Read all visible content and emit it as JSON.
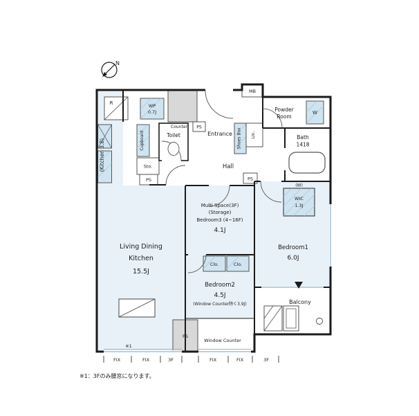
{
  "compass": {
    "label": "N"
  },
  "rooms": {
    "kitchen": {
      "label": "(Kitchen 3.8)"
    },
    "ldk": {
      "lines": [
        "Living Dining",
        "Kitchen",
        "15.5J"
      ]
    },
    "toilet": {
      "label": "Toilet"
    },
    "entrance": {
      "label": "Entrance"
    },
    "hall": {
      "label": "Hall"
    },
    "powder_room": {
      "lines": [
        "Powder",
        "Room"
      ]
    },
    "bath": {
      "lines": [
        "Bath",
        "1418"
      ]
    },
    "multi_space": {
      "lines": [
        "Multi Space(3F)",
        "(Storage)",
        "Bedroom3 (4~16F)",
        "4.1J"
      ]
    },
    "bedroom1": {
      "lines": [
        "Bedroom1",
        "6.0J"
      ]
    },
    "bedroom2": {
      "lines": [
        "Bedroom2",
        "4.5J",
        "(Window Counter除く3.9J)"
      ]
    },
    "wic": {
      "lines": [
        "WIC",
        "1.3J"
      ],
      "window_mark": "(W)"
    },
    "balcony": {
      "label": "Balcony"
    },
    "window_counter": {
      "label": "Window Counter"
    }
  },
  "fixtures": {
    "refrigerator": "R",
    "water_pantry": [
      "WP",
      "0.7J"
    ],
    "meter_box": "MB",
    "washer": "W",
    "counter": "Counter",
    "cupboard": "Cupboard",
    "shoes_box": "Shoes Box",
    "linen": "Lin.",
    "storage": "Sto.",
    "closet": "Clo.",
    "pipe_space": "PS"
  },
  "legend": {
    "fix_window": "FIX",
    "sliding_window": "3F",
    "note_mark": "※1"
  },
  "note": {
    "text": "※1：3Fのみ腰窓になります。"
  },
  "colors": {
    "wall": "#1a1a1a",
    "fixture_fill": "#cfe4f0",
    "floor_tint": "#e9f1f8",
    "gray_box": "#d8d8d8",
    "window_line": "#8fb5cc"
  }
}
